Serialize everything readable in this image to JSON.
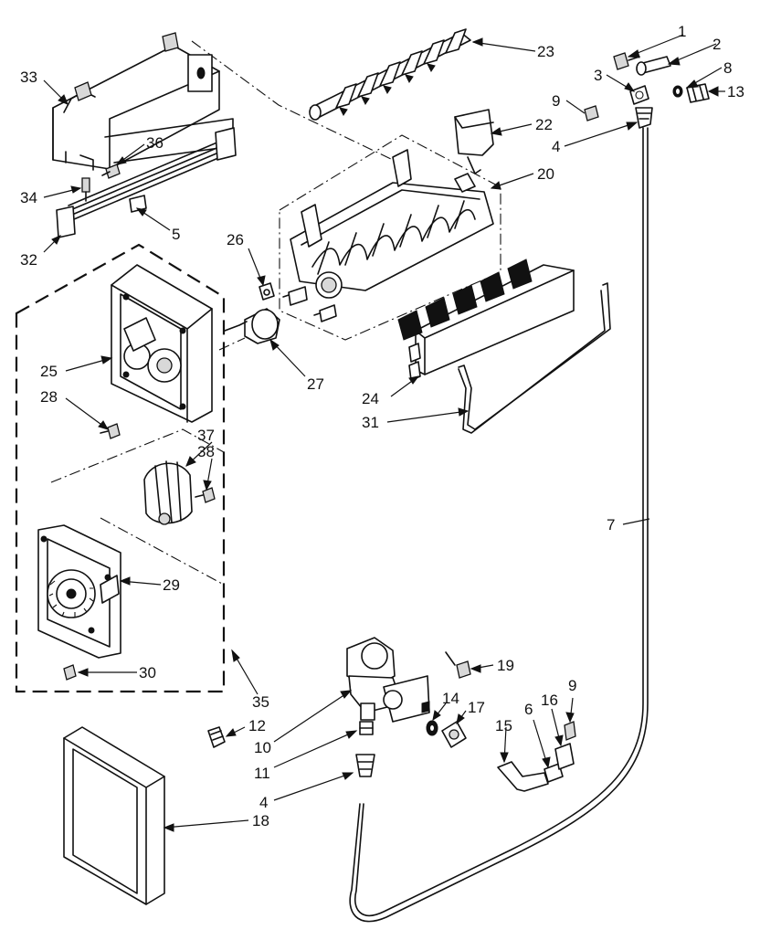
{
  "diagram": {
    "callouts": [
      {
        "id": "c1",
        "text": "1"
      },
      {
        "id": "c2",
        "text": "2"
      },
      {
        "id": "c3",
        "text": "3"
      },
      {
        "id": "c8",
        "text": "8"
      },
      {
        "id": "c9a",
        "text": "9"
      },
      {
        "id": "c13",
        "text": "13"
      },
      {
        "id": "c4a",
        "text": "4"
      },
      {
        "id": "c23",
        "text": "23"
      },
      {
        "id": "c22",
        "text": "22"
      },
      {
        "id": "c20",
        "text": "20"
      },
      {
        "id": "c33",
        "text": "33"
      },
      {
        "id": "c36",
        "text": "36"
      },
      {
        "id": "c34",
        "text": "34"
      },
      {
        "id": "c5",
        "text": "5"
      },
      {
        "id": "c32",
        "text": "32"
      },
      {
        "id": "c26",
        "text": "26"
      },
      {
        "id": "c27",
        "text": "27"
      },
      {
        "id": "c25",
        "text": "25"
      },
      {
        "id": "c28",
        "text": "28"
      },
      {
        "id": "c24",
        "text": "24"
      },
      {
        "id": "c31",
        "text": "31"
      },
      {
        "id": "c37",
        "text": "37"
      },
      {
        "id": "c38",
        "text": "38"
      },
      {
        "id": "c29",
        "text": "29"
      },
      {
        "id": "c30",
        "text": "30"
      },
      {
        "id": "c7",
        "text": "7"
      },
      {
        "id": "c35",
        "text": "35"
      },
      {
        "id": "c19",
        "text": "19"
      },
      {
        "id": "c12",
        "text": "12"
      },
      {
        "id": "c14",
        "text": "14"
      },
      {
        "id": "c17",
        "text": "17"
      },
      {
        "id": "c10",
        "text": "10"
      },
      {
        "id": "c15",
        "text": "15"
      },
      {
        "id": "c6",
        "text": "6"
      },
      {
        "id": "c16",
        "text": "16"
      },
      {
        "id": "c9b",
        "text": "9"
      },
      {
        "id": "c11",
        "text": "11"
      },
      {
        "id": "c4b",
        "text": "4"
      },
      {
        "id": "c18",
        "text": "18"
      }
    ]
  }
}
